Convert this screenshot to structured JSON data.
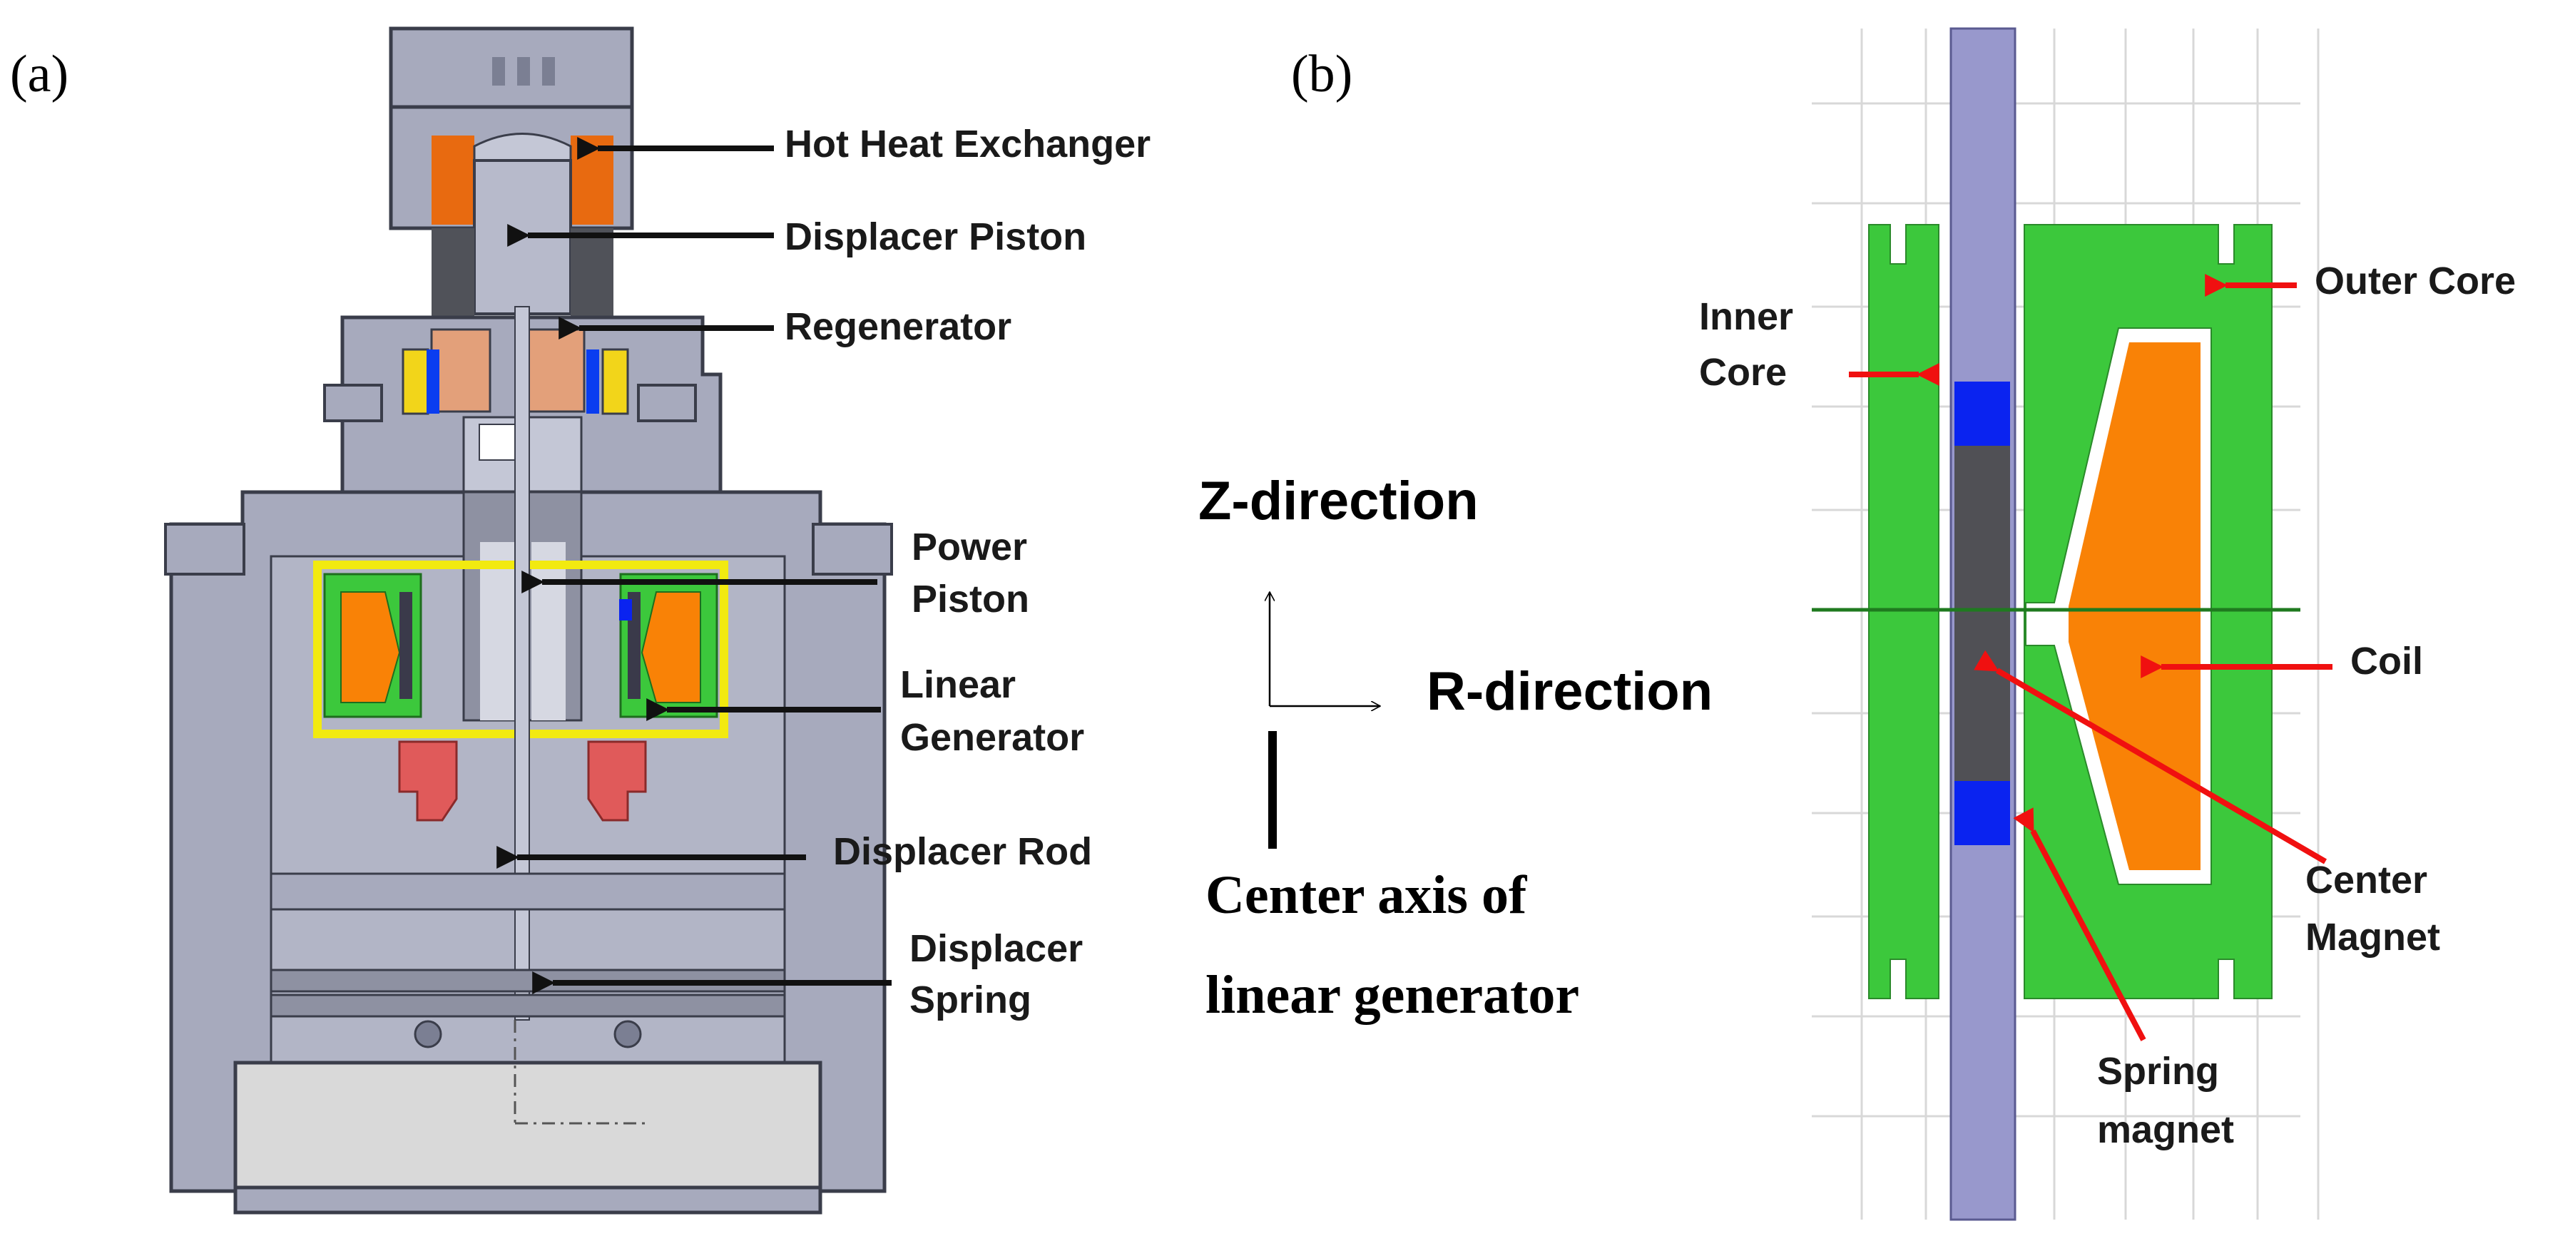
{
  "panels": {
    "a": {
      "tag": "(a)"
    },
    "b": {
      "tag": "(b)"
    }
  },
  "labels_a": {
    "hot_heat_exchanger": "Hot Heat Exchanger",
    "displacer_piston": "Displacer Piston",
    "regenerator": "Regenerator",
    "power_piston": [
      "Power",
      "Piston"
    ],
    "linear_generator": [
      "Linear",
      "Generator"
    ],
    "displacer_rod": "Displacer Rod",
    "displacer_spring": [
      "Displacer",
      "Spring"
    ]
  },
  "directions": {
    "z": "Z-direction",
    "r": "R-direction",
    "axis": [
      "Center axis of",
      "linear generator"
    ]
  },
  "labels_b": {
    "inner_core": [
      "Inner",
      "Core"
    ],
    "outer_core": "Outer Core",
    "coil": "Coil",
    "center_magnet": [
      "Center",
      "Magnet"
    ],
    "spring_magnet": [
      "Spring",
      "magnet"
    ]
  },
  "colors": {
    "engine_gray": "#a7aabd",
    "engine_dark": "#7b7f93",
    "outline": "#3a3d4a",
    "hot_hx": "#e86a10",
    "regenerator": "#505259",
    "copper": "#e3a07a",
    "generator_green": "#3cc83c",
    "coil_orange": "#f98206",
    "magnet_blue": "#0a23f0",
    "magnet_dark": "#505055",
    "shaft_lilac": "#9898cc",
    "highlight_yellow": "#f2ea10",
    "spring_red": "#e05a5a",
    "arrow_red": "#f01010",
    "center_line": "#1f7a1f"
  }
}
